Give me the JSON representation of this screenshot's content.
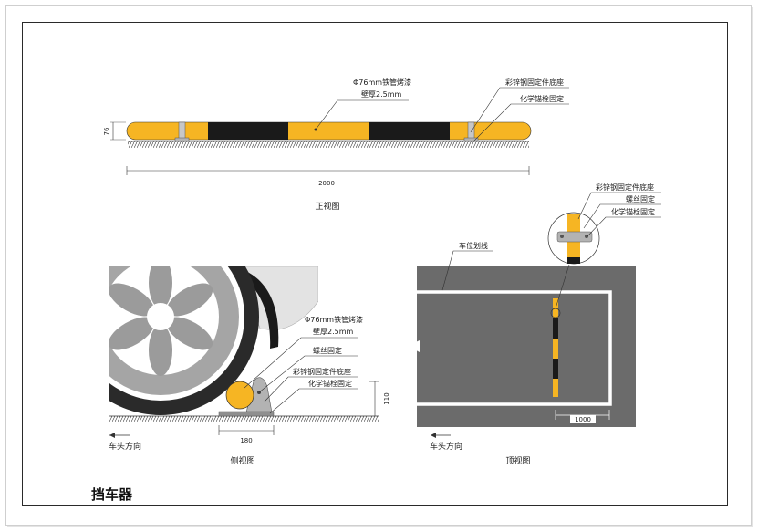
{
  "title": "挡车器",
  "front_view": {
    "caption": "正视图",
    "label_pipe_line1": "Φ76mm铁管烤漆",
    "label_pipe_line2": "壁厚2.5mm",
    "label_base": "彩锌钢固定件底座",
    "label_anchor": "化学锚栓固定",
    "dim_length": "2000",
    "dim_height": "76"
  },
  "side_view": {
    "caption": "侧视图",
    "label_pipe_line1": "Φ76mm铁管烤漆",
    "label_pipe_line2": "壁厚2.5mm",
    "label_screw": "螺丝固定",
    "label_base": "彩锌钢固定件底座",
    "label_anchor": "化学锚栓固定",
    "dim_width": "180",
    "dim_height": "110",
    "direction": "车头方向"
  },
  "top_view": {
    "caption": "顶视图",
    "label_line": "车位划线",
    "detail_base": "彩锌钢固定件底座",
    "detail_screw": "螺丝固定",
    "detail_anchor": "化学锚栓固定",
    "dim_offset": "1000",
    "direction": "车头方向"
  },
  "colors": {
    "yellow": "#f6b523",
    "black": "#1a1a1a",
    "asphalt": "#6b6b6b",
    "wheel_gray": "#9b9b9b",
    "steel": "#b3b3b3"
  }
}
